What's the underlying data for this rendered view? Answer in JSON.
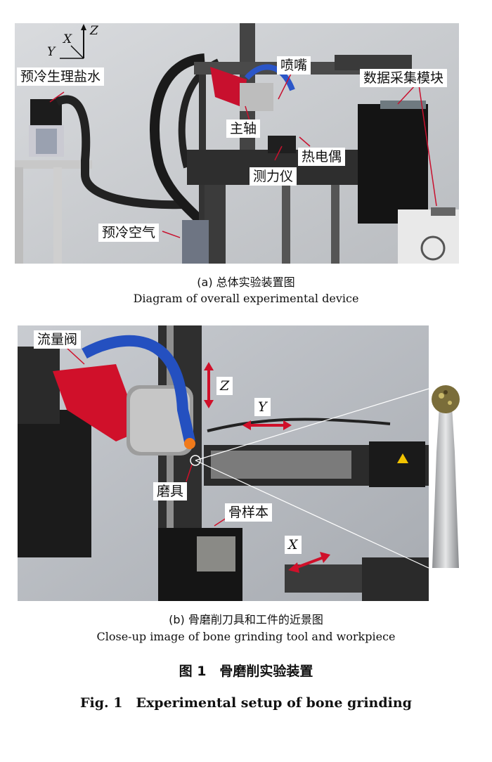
{
  "panel_a": {
    "axes": {
      "z": "Z",
      "x": "X",
      "y": "Y"
    },
    "labels": {
      "saline": "预冷生理盐水",
      "nozzle": "喷嘴",
      "daq": "数据采集模块",
      "spindle": "主轴",
      "thermocouple": "热电偶",
      "dynamometer": "测力仪",
      "cold_air": "预冷空气"
    },
    "caption_zh": "(a) 总体实验装置图",
    "caption_en": "Diagram of overall experimental device"
  },
  "panel_b": {
    "labels": {
      "flow_valve": "流量阀",
      "z_axis": "Z",
      "y_axis": "Y",
      "x_axis": "X",
      "grinder": "磨具",
      "bone": "骨样本"
    },
    "caption_zh": "(b) 骨磨削刀具和工件的近景图",
    "caption_en": "Close-up image of bone grinding tool and workpiece"
  },
  "figure": {
    "title_zh": "图 1　骨磨削实验装置",
    "title_en": "Fig. 1　Experimental setup of bone grinding"
  }
}
